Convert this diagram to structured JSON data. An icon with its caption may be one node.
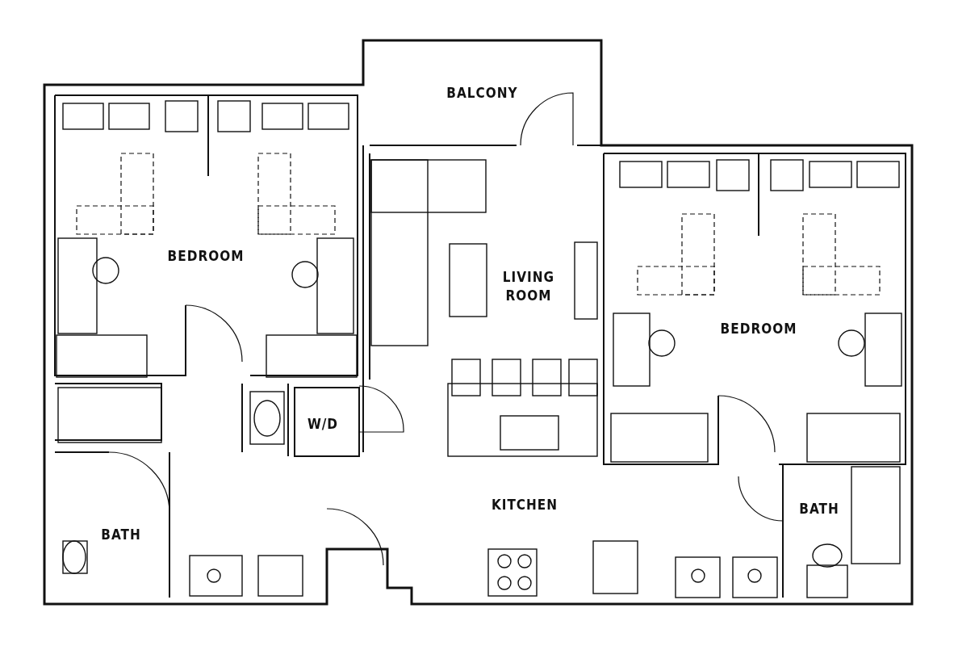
{
  "diagram": {
    "nodes": [
      {
        "text": [
          "BALCONY"
        ]
      },
      {
        "text": [
          "BEDROOM"
        ]
      },
      {
        "text": [
          "LIVING ROOM"
        ]
      },
      {
        "text": [
          "BEDROOM"
        ]
      },
      {
        "text": [
          "W/D"
        ]
      },
      {
        "text": [
          "KITCHEN"
        ]
      },
      {
        "text": [
          "BATH"
        ]
      },
      {
        "text": [
          "BATH"
        ]
      }
    ]
  }
}
